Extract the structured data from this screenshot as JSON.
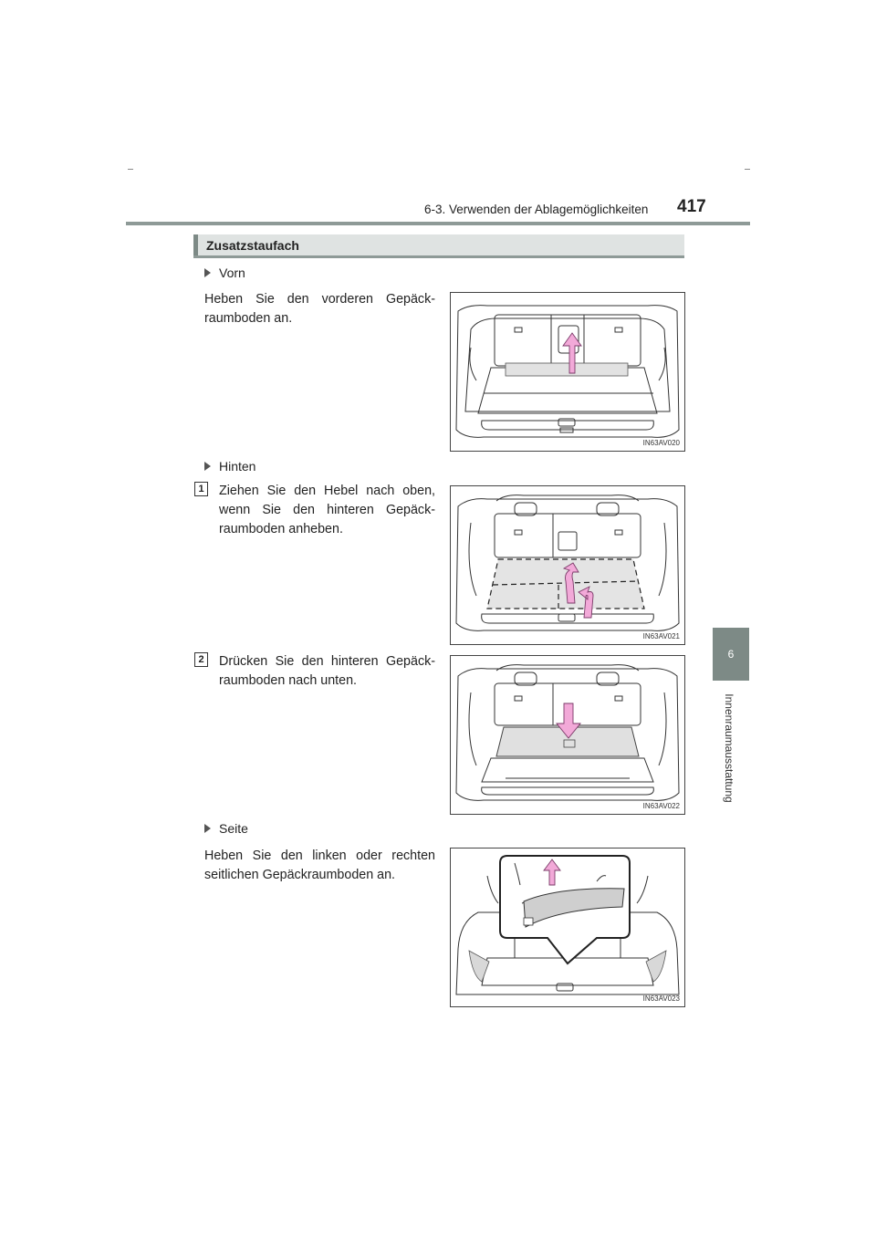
{
  "header": {
    "title": "6-3. Verwenden der Ablagemöglichkeiten",
    "page_number": "417"
  },
  "side_tab": {
    "number": "6",
    "label": "Innenraumausstattung"
  },
  "section": {
    "title": "Zusatzstaufach"
  },
  "blocks": {
    "vorn": {
      "label": "Vorn",
      "text": "Heben Sie den vorderen Gepäck-raumboden an.",
      "figure_code": "IN63AV020"
    },
    "hinten": {
      "label": "Hinten",
      "step1_num": "1",
      "step1_text": "Ziehen Sie den Hebel nach oben, wenn Sie den hinteren Gepäck-raumboden anheben.",
      "figure1_code": "IN63AV021",
      "step2_num": "2",
      "step2_text": "Drücken Sie den hinteren Gepäck-raumboden nach unten.",
      "figure2_code": "IN63AV022"
    },
    "seite": {
      "label": "Seite",
      "text": "Heben Sie den linken oder rechten seitlichen Gepäckraumboden an.",
      "figure_code": "IN63AV023"
    }
  },
  "colors": {
    "accent_gray": "#7d8a86",
    "section_bg": "#dfe3e2",
    "arrow_pink": "#f2a9d8"
  }
}
